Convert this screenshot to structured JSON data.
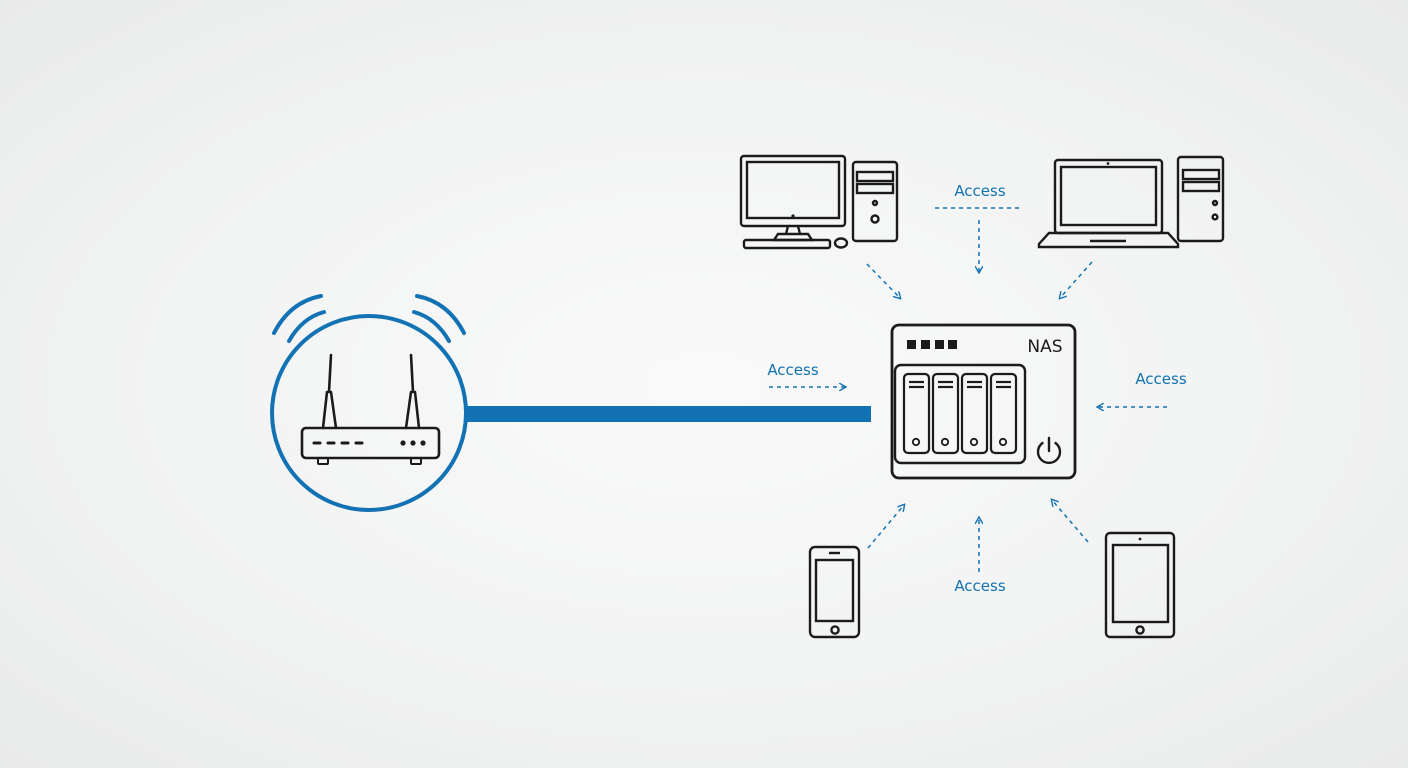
{
  "colors": {
    "accent": "#1272b3",
    "line": "#1b1b1b",
    "background": "#f2f3f3"
  },
  "nodes": {
    "router": {
      "icon": "wifi-router-icon"
    },
    "nas": {
      "label": "NAS",
      "icon": "nas-server-icon"
    },
    "desktop_1": {
      "icon": "desktop-computer-icon"
    },
    "laptop_desktop": {
      "icon": "laptop-and-tower-icon"
    },
    "smartphone": {
      "icon": "smartphone-icon"
    },
    "tablet": {
      "icon": "tablet-icon"
    }
  },
  "connections": {
    "router_to_nas": {
      "style": "solid"
    },
    "access_top": {
      "label": "Access"
    },
    "access_left": {
      "label": "Access"
    },
    "access_right": {
      "label": "Access"
    },
    "access_bottom": {
      "label": "Access"
    }
  }
}
